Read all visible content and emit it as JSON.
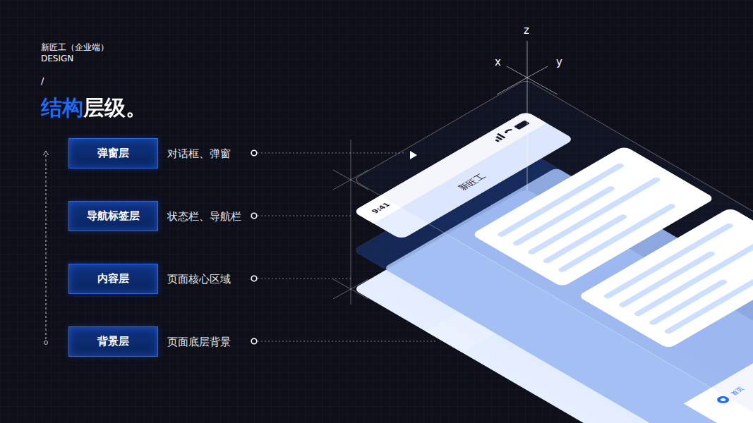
{
  "diagram": {
    "title": "结构层级。",
    "nodes": [
      {
        "text": [
          "弹窗层",
          "对话框、弹窗"
        ]
      },
      {
        "text": [
          "导航标签层",
          "状态栏、导航栏"
        ]
      },
      {
        "text": [
          "内容层",
          "页面核心区域"
        ]
      },
      {
        "text": [
          "背景层",
          "页面底层背景"
        ]
      }
    ],
    "labels": [
      "新匠工（企业端）",
      "DESIGN",
      "/",
      "z",
      "x",
      "y",
      "9:41",
      "新匠工",
      "首页"
    ]
  }
}
